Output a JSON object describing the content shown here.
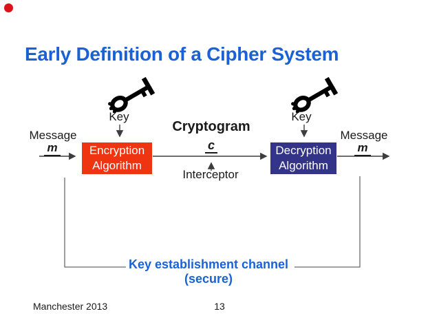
{
  "slide": {
    "title": "Early Definition of a Cipher System",
    "footer": "Manchester 2013",
    "page_number": "13"
  },
  "diagram": {
    "keys": {
      "left_label": "Key",
      "right_label": "Key"
    },
    "message_in": {
      "label": "Message",
      "symbol": "m"
    },
    "message_out": {
      "label": "Message",
      "symbol": "m"
    },
    "cryptogram": {
      "label": "Cryptogram",
      "symbol": "c"
    },
    "interceptor_label": "Interceptor",
    "encryption_box": {
      "line1": "Encryption",
      "line2": "Algorithm"
    },
    "decryption_box": {
      "line1": "Decryption",
      "line2": "Algorithm"
    },
    "channel": {
      "line1": "Key establishment channel",
      "line2": "(secure)"
    }
  },
  "icons": {
    "record_dot": "record-dot-icon",
    "key_left": "key-icon",
    "key_right": "key-icon"
  },
  "colors": {
    "title_blue": "#1A62D4",
    "channel_blue": "#1A62D4",
    "encryption_red": "#EE3411",
    "decryption_navy": "#333388",
    "record_red": "#DC1218",
    "text_black": "#1A1A1A",
    "line_gray": "#555555"
  }
}
